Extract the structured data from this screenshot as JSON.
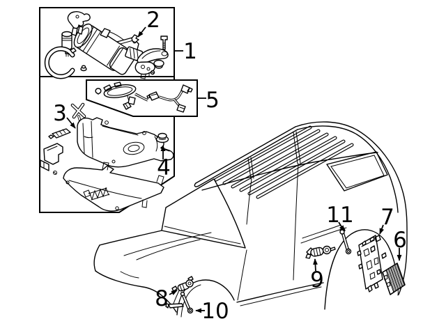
{
  "diagram": {
    "background": "#ffffff",
    "line_color": "#000000",
    "module_fin_fill": "#e0e0e0",
    "dark_detail": "#333333"
  },
  "callouts": [
    {
      "label": "1",
      "part": "compressor-assembly"
    },
    {
      "label": "2",
      "part": "retainer-clip"
    },
    {
      "label": "3",
      "part": "mounting-bracket"
    },
    {
      "label": "4",
      "part": "grommet"
    },
    {
      "label": "5",
      "part": "wiring-harness"
    },
    {
      "label": "6",
      "part": "control-module"
    },
    {
      "label": "7",
      "part": "module-bracket"
    },
    {
      "label": "8",
      "part": "front-height-sensor"
    },
    {
      "label": "9",
      "part": "rear-height-sensor"
    },
    {
      "label": "10",
      "part": "front-sensor-link"
    },
    {
      "label": "11",
      "part": "rear-sensor-link"
    }
  ]
}
